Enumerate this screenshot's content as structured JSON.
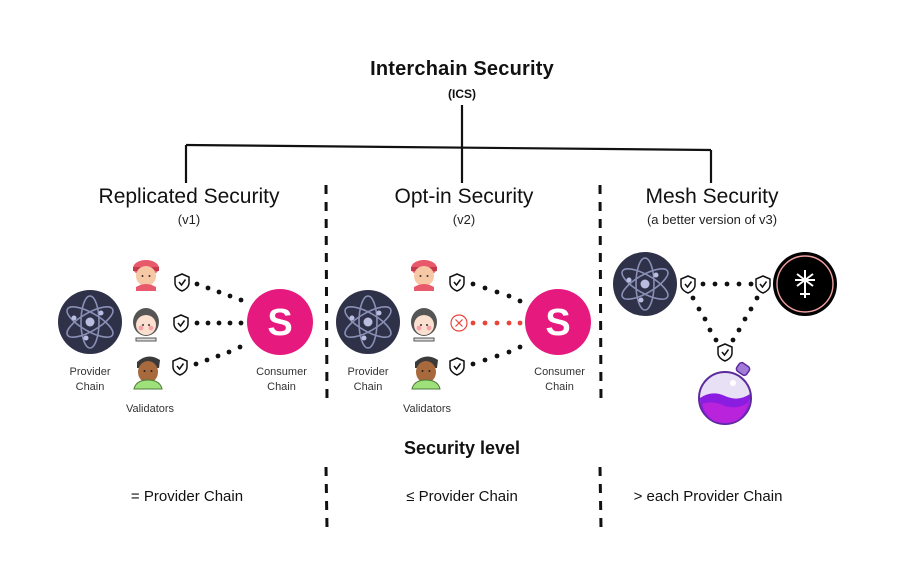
{
  "header": {
    "title": "Interchain Security",
    "subtitle": "(ICS)"
  },
  "columns": [
    {
      "title": "Replicated Security",
      "version": "(v1)",
      "provider_label": [
        "Provider",
        "Chain"
      ],
      "consumer_label": [
        "Consumer",
        "Chain"
      ],
      "validators_label": "Validators",
      "consumer_icon": "S",
      "validators": [
        {
          "avatar": "validator-cap-avatar",
          "status": "opted-in"
        },
        {
          "avatar": "validator-girl-avatar",
          "status": "opted-in"
        },
        {
          "avatar": "validator-hoodie-avatar",
          "status": "opted-in"
        }
      ],
      "security_level": "= Provider Chain"
    },
    {
      "title": "Opt-in Security",
      "version": "(v2)",
      "provider_label": [
        "Provider",
        "Chain"
      ],
      "consumer_label": [
        "Consumer",
        "Chain"
      ],
      "validators_label": "Validators",
      "consumer_icon": "S",
      "validators": [
        {
          "avatar": "validator-cap-avatar",
          "status": "opted-in"
        },
        {
          "avatar": "validator-girl-avatar",
          "status": "opted-out"
        },
        {
          "avatar": "validator-hoodie-avatar",
          "status": "opted-in"
        }
      ],
      "security_level": "≤ Provider Chain"
    },
    {
      "title": "Mesh Security",
      "version": "(a better version of v3)",
      "chains": [
        "cosmos-hub",
        "juno",
        "osmosis"
      ],
      "security_level": "> each Provider Chain"
    }
  ],
  "security_heading": "Security level",
  "colors": {
    "cosmos_bg": "#2e3148",
    "consumer_pink": "#e6197e",
    "opt_out_red": "#e8443a",
    "juno_ring": "#f0a0a0",
    "osmosis_purple": "#7b2fd6"
  }
}
